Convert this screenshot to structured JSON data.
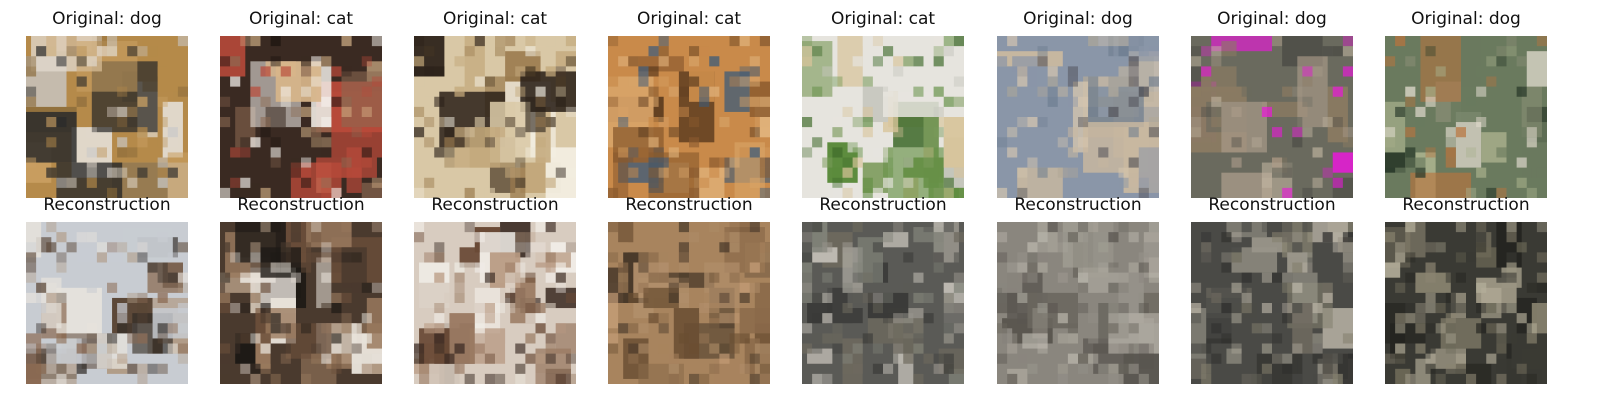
{
  "figure": {
    "top_row": [
      {
        "caption": "Original: dog",
        "depicts": "dog",
        "colors": [
          "#b58a4a",
          "#caa063",
          "#8a6a3a",
          "#c9c9c9",
          "#2a2a2a",
          "#e0d8cc"
        ]
      },
      {
        "caption": "Original: cat",
        "depicts": "cat",
        "colors": [
          "#3a2a22",
          "#d7b58a",
          "#f2efe9",
          "#8c6a52",
          "#1c1410",
          "#b84a3a"
        ]
      },
      {
        "caption": "Original: cat",
        "depicts": "cat",
        "colors": [
          "#d9c8a6",
          "#4a3a26",
          "#f3efe2",
          "#9a7a4e",
          "#2a2018",
          "#c2a77a"
        ]
      },
      {
        "caption": "Original: cat",
        "depicts": "cat",
        "colors": [
          "#c98a4a",
          "#8a5a2e",
          "#d8a468",
          "#3a5a7a",
          "#5a3a1e",
          "#e0b27a"
        ]
      },
      {
        "caption": "Original: cat",
        "depicts": "cat",
        "colors": [
          "#e6e4de",
          "#5a8a3a",
          "#3e6a2a",
          "#d8c49a",
          "#7a9a5a",
          "#c8c8c0"
        ]
      },
      {
        "caption": "Original: dog",
        "depicts": "dog",
        "colors": [
          "#8a96a8",
          "#d8c8b0",
          "#6a7a8e",
          "#c8b8a0",
          "#4a4a52",
          "#b0a898"
        ]
      },
      {
        "caption": "Original: dog",
        "depicts": "dog",
        "colors": [
          "#6a6a5e",
          "#a89a88",
          "#4a4a44",
          "#8a7a62",
          "#e81ad8",
          "#c0b4a0"
        ]
      },
      {
        "caption": "Original: dog",
        "depicts": "dog",
        "colors": [
          "#6a7a5e",
          "#b8743e",
          "#2a3a2a",
          "#a8b08c",
          "#e8e0d4",
          "#8a8e76"
        ]
      }
    ],
    "bottom_row": [
      {
        "caption": "Reconstruction",
        "colors": [
          "#c8ccd2",
          "#5a4636",
          "#8a6a52",
          "#e6e2dc",
          "#2e2824",
          "#b09a84"
        ]
      },
      {
        "caption": "Reconstruction",
        "colors": [
          "#4a3a2e",
          "#c8ae94",
          "#e8e2da",
          "#6a4e3a",
          "#1e1a16",
          "#9a7a5e"
        ]
      },
      {
        "caption": "Reconstruction",
        "colors": [
          "#d8ccc0",
          "#6a4a36",
          "#f0ece6",
          "#9a7a62",
          "#3a2a22",
          "#b89a82"
        ]
      },
      {
        "caption": "Reconstruction",
        "colors": [
          "#a8845e",
          "#6a4e32",
          "#c8a07a",
          "#8a6a4a",
          "#4a3a2a",
          "#b08e6a"
        ]
      },
      {
        "caption": "Reconstruction",
        "colors": [
          "#5a5a56",
          "#9a968e",
          "#3a3a38",
          "#c0bcb4",
          "#6e6a5e",
          "#82847a"
        ]
      },
      {
        "caption": "Reconstruction",
        "colors": [
          "#8a867e",
          "#a8a49a",
          "#6a665e",
          "#bab6ac",
          "#5a5650",
          "#96928a"
        ]
      },
      {
        "caption": "Reconstruction",
        "colors": [
          "#4a4a46",
          "#9a968a",
          "#2e2e2c",
          "#b8b2a4",
          "#6e6a60",
          "#84806e"
        ]
      },
      {
        "caption": "Reconstruction",
        "colors": [
          "#3a3a34",
          "#9a9482",
          "#242420",
          "#b4ae9a",
          "#6a6656",
          "#8a8470"
        ]
      }
    ]
  }
}
